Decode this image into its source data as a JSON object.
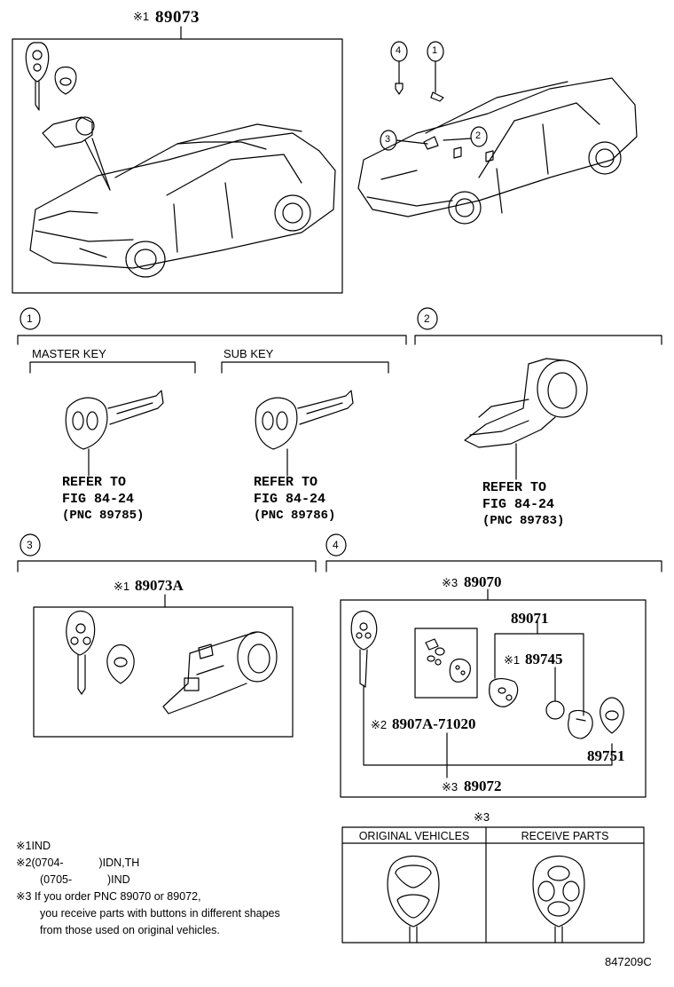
{
  "top": {
    "pnc_89073": "89073",
    "mark1": "※1",
    "callouts": [
      "4",
      "1",
      "3",
      "2"
    ]
  },
  "sec1": {
    "num": "1",
    "master_key": "MASTER KEY",
    "sub_key": "SUB KEY",
    "refer_master": [
      "REFER TO",
      "FIG 84-24",
      "(PNC 89785)"
    ],
    "refer_sub": [
      "REFER TO",
      "FIG 84-24",
      "(PNC 89786)"
    ]
  },
  "sec2": {
    "num": "2",
    "refer": [
      "REFER TO",
      "FIG 84-24",
      "(PNC 89783)"
    ]
  },
  "sec3": {
    "num": "3",
    "mark": "※1",
    "pnc": "89073A"
  },
  "sec4": {
    "num": "4",
    "mark3a": "※3",
    "pnc_89070": "89070",
    "pnc_89071": "89071",
    "mark1": "※1",
    "pnc_89745": "89745",
    "mark2": "※2",
    "pnc_8907A": "8907A-71020",
    "pnc_89751": "89751",
    "mark3b": "※3",
    "pnc_89072": "89072"
  },
  "notes": {
    "n1_mark": "※1",
    "n1_text": "IND",
    "n2_mark": "※2",
    "n2_line1_date": "(0704-",
    "n2_line1_text": ")IDN,TH",
    "n2_line2_date": "(0705-",
    "n2_line2_text": ")IND",
    "n3_mark": "※3",
    "n3_line1": "If you order PNC 89070 or 89072,",
    "n3_line2": "you receive parts with buttons in different shapes",
    "n3_line3": "from those used on original vehicles."
  },
  "compare": {
    "mark": "※3",
    "original": "ORIGINAL VEHICLES",
    "receive": "RECEIVE PARTS"
  },
  "figure_id": "847209C"
}
